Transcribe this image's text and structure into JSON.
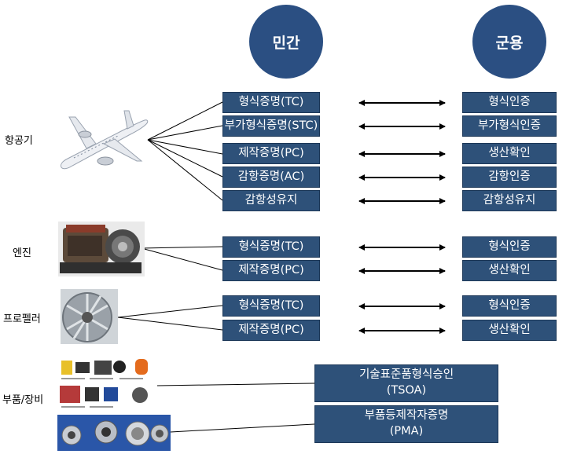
{
  "headers": {
    "civil": "민간",
    "military": "군용"
  },
  "categories": {
    "aircraft": "항공기",
    "engine": "엔진",
    "propeller": "프로펠러",
    "parts": "부품/장비"
  },
  "aircraft": {
    "civil": [
      "형식증명(TC)",
      "부가형식증명(STC)",
      "제작증명(PC)",
      "감항증명(AC)",
      "감항성유지"
    ],
    "military": [
      "형식인증",
      "부가형식인증",
      "생산확인",
      "감항인증",
      "감항성유지"
    ]
  },
  "engine": {
    "civil": [
      "형식증명(TC)",
      "제작증명(PC)"
    ],
    "military": [
      "형식인증",
      "생산확인"
    ]
  },
  "propeller": {
    "civil": [
      "형식증명(TC)",
      "제작증명(PC)"
    ],
    "military": [
      "형식인증",
      "생산확인"
    ]
  },
  "parts": {
    "tsoa_line1": "기술표준품형식승인",
    "tsoa_line2": "(TSOA)",
    "pma_line1": "부품등제작자증명",
    "pma_line2": "(PMA)"
  },
  "colors": {
    "box": "#2e5179",
    "circle": "#2b4f82"
  }
}
